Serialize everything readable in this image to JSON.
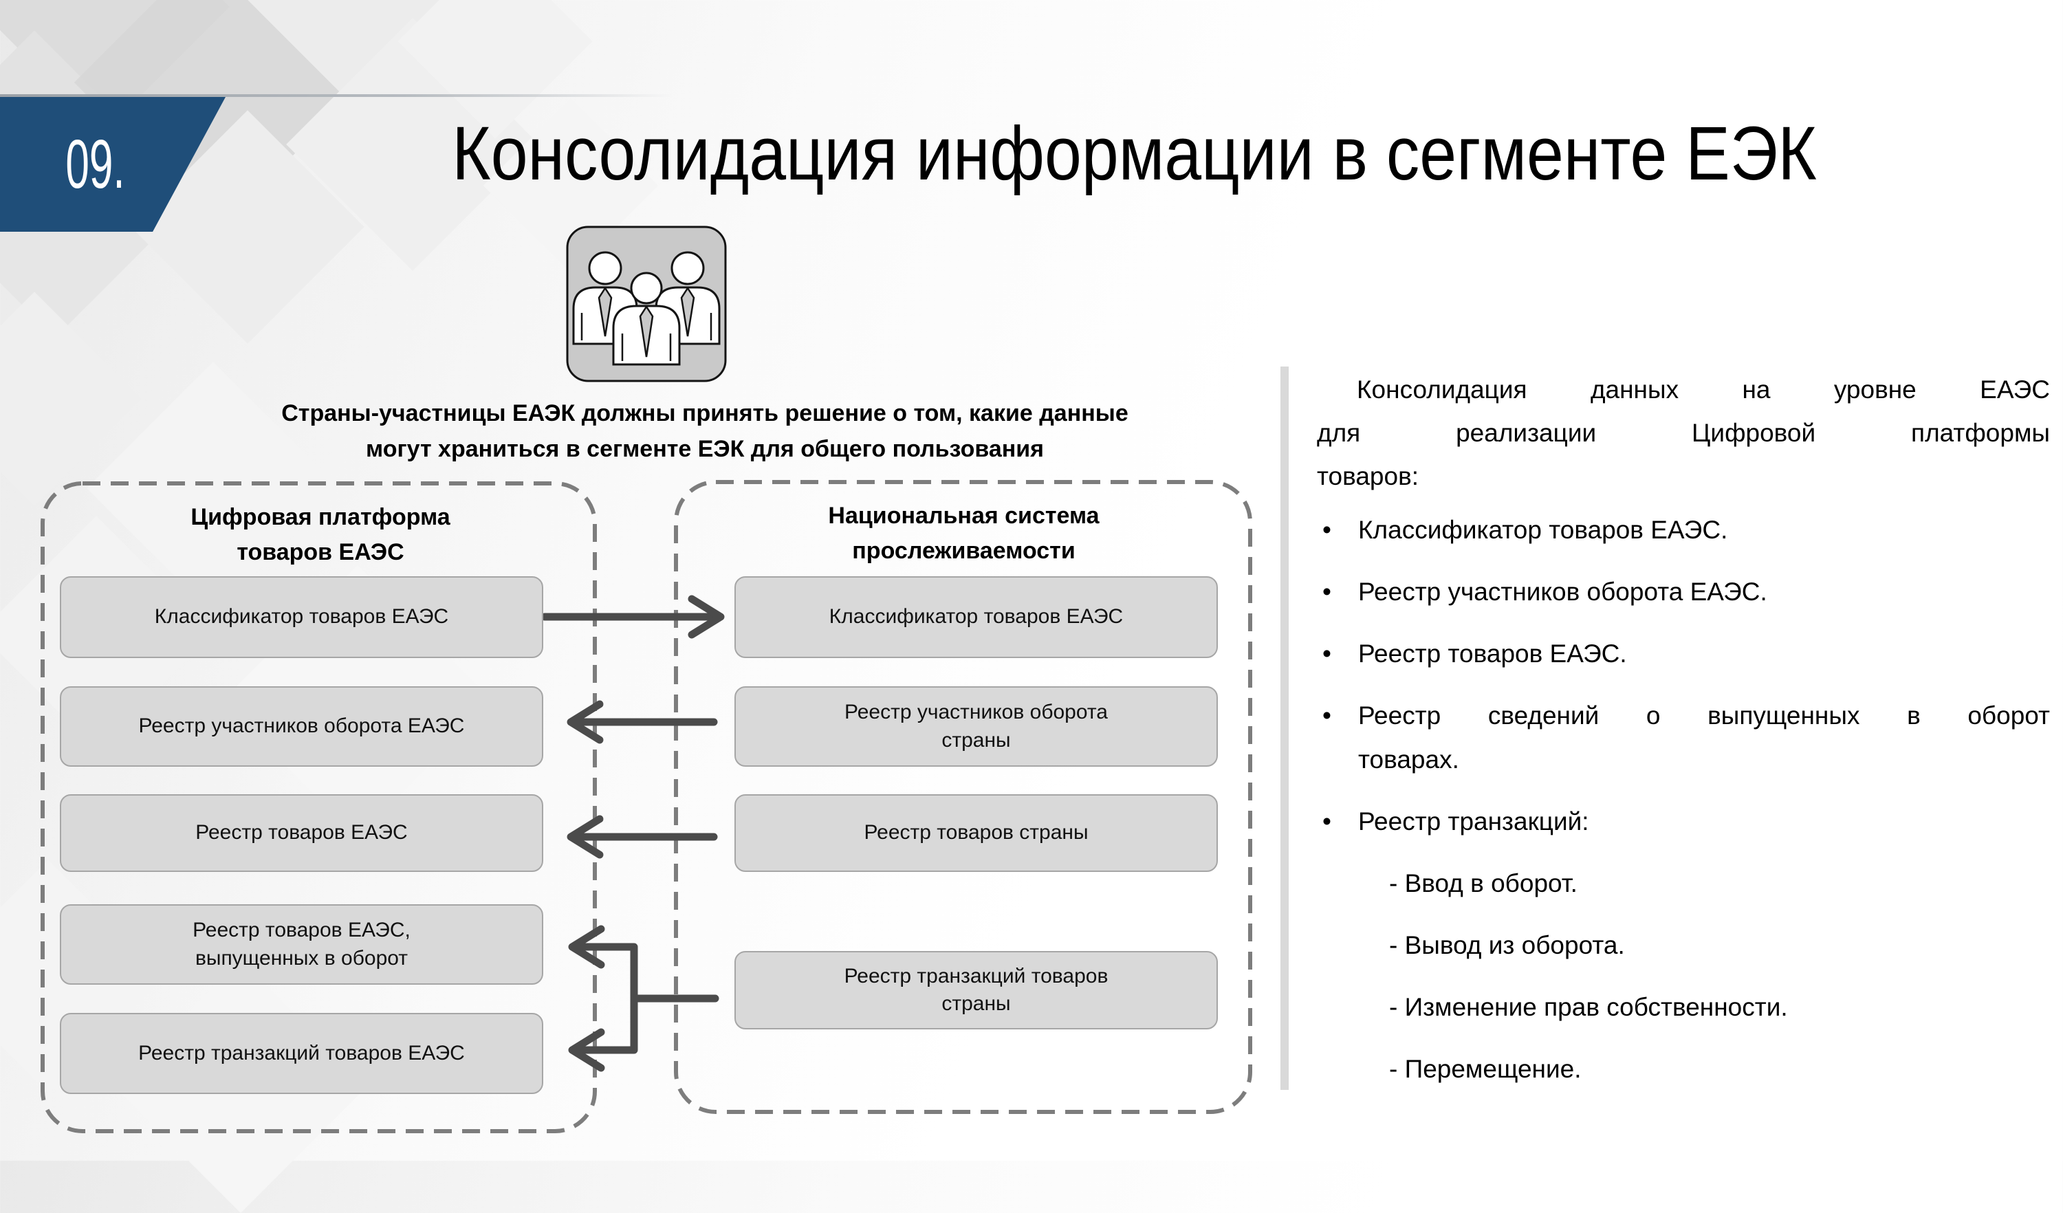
{
  "slide": {
    "number": "09.",
    "title": "Консолидация информации в сегменте ЕЭК",
    "caption": "Страны-участницы ЕАЭК должны принять решение о том, какие данные\nмогут храниться в сегменте ЕЭК для общего пользования"
  },
  "diagram": {
    "left": {
      "title": "Цифровая платформа\nтоваров ЕАЭС",
      "boxes": [
        "Классификатор товаров ЕАЭС",
        "Реестр участников оборота ЕАЭС",
        "Реестр товаров ЕАЭС",
        "Реестр товаров ЕАЭС,\nвыпущенных в оборот",
        "Реестр транзакций товаров ЕАЭС"
      ]
    },
    "right": {
      "title": "Национальная система\nпрослеживаемости",
      "boxes": [
        "Классификатор товаров ЕАЭС",
        "Реестр участников оборота\nстраны",
        "Реестр товаров страны",
        "Реестр транзакций товаров\nстраны"
      ]
    },
    "connections": [
      {
        "from": "left.0",
        "to": "right.0",
        "direction": "right"
      },
      {
        "from": "right.1",
        "to": "left.1",
        "direction": "left"
      },
      {
        "from": "right.2",
        "to": "left.2",
        "direction": "left"
      },
      {
        "from": "right.3",
        "to": "left.3",
        "direction": "left"
      },
      {
        "from": "right.3",
        "to": "left.4",
        "direction": "left"
      }
    ]
  },
  "panel": {
    "bullet_marker": "•",
    "intro_lines": [
      "Консолидация данных на уровне ЕАЭС",
      "для реализации Цифровой платформы",
      "товаров:"
    ],
    "bullets": [
      [
        "Классификатор товаров ЕАЭС."
      ],
      [
        "Реестр участников оборота ЕАЭС."
      ],
      [
        "Реестр товаров ЕАЭС."
      ],
      [
        "Реестр сведений о выпущенных в оборот",
        "товарах."
      ],
      [
        "Реестр транзакций:"
      ]
    ],
    "sub_items": [
      "- Ввод в оборот.",
      "- Вывод из оборота.",
      "- Изменение прав собственности.",
      "- Перемещение."
    ]
  },
  "icons": {
    "people_group": "people-group-icon"
  },
  "colors": {
    "banner_blue": "#1f4e79",
    "box_fill": "#d9d9d9",
    "box_border": "#a6a6a6",
    "dashed_border": "#7d7d7d",
    "arrow": "#4b4b4b",
    "divider": "#d9d9d9",
    "icon_fill": "#c9c9c9"
  }
}
